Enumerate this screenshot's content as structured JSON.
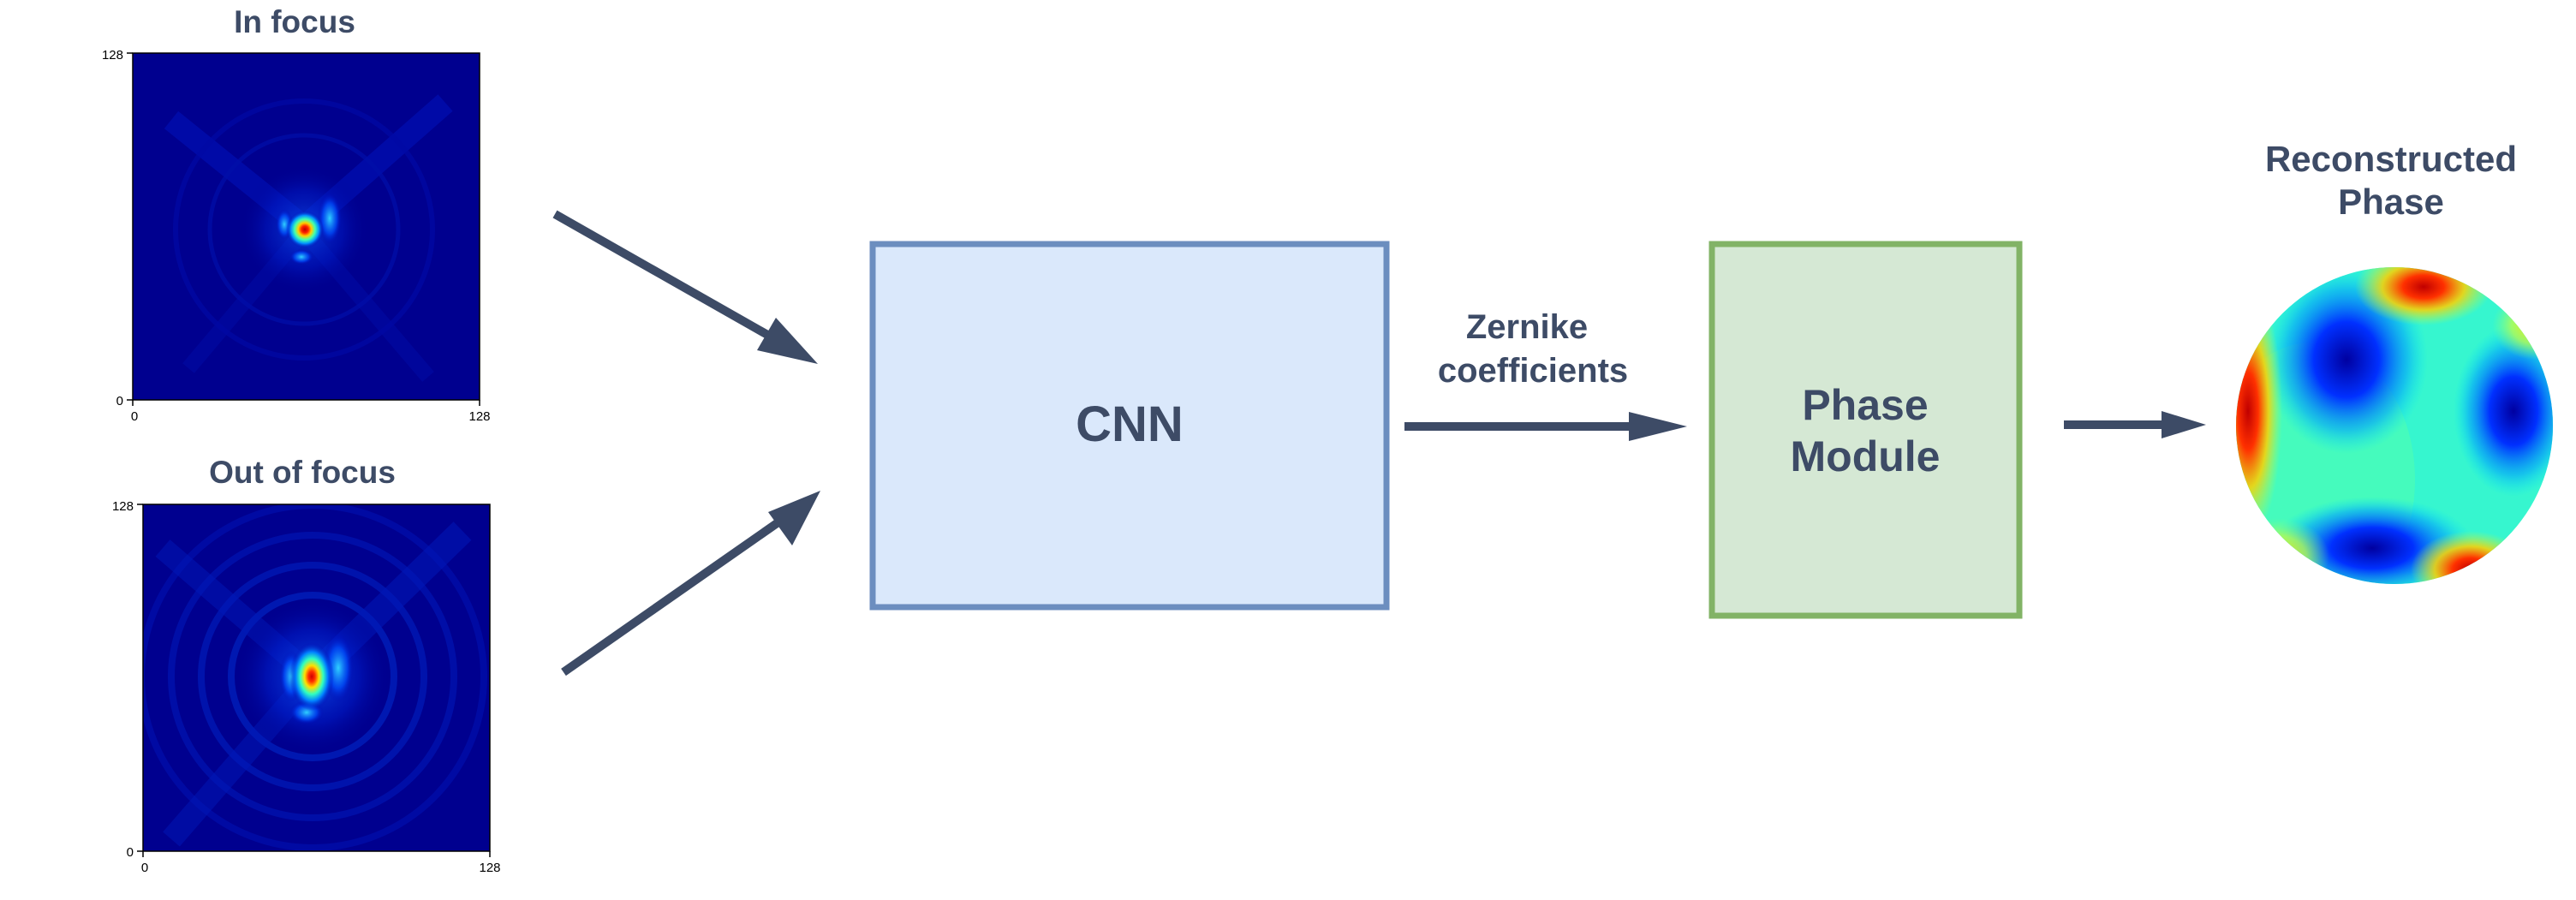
{
  "panels": {
    "in_focus": {
      "title": "In focus",
      "x_ticks": [
        "0",
        "128"
      ],
      "y_ticks": [
        "0",
        "128"
      ]
    },
    "out_of_focus": {
      "title": "Out of focus",
      "x_ticks": [
        "0",
        "128"
      ],
      "y_ticks": [
        "0",
        "128"
      ]
    }
  },
  "cnn": {
    "label": "CNN"
  },
  "zernike": {
    "line1": "Zernike",
    "line2": "coefficients"
  },
  "phase_module": {
    "line1": "Phase",
    "line2": "Module"
  },
  "reconstructed": {
    "line1": "Reconstructed",
    "line2": "Phase"
  },
  "colors": {
    "text": "#3d4b66",
    "arrow": "#3d4b66",
    "cnn_fill": "#dae8fb",
    "cnn_border": "#6c8ebf",
    "phase_fill": "#d5e8d4",
    "phase_border": "#82b366",
    "psf_background": "#00008f"
  }
}
